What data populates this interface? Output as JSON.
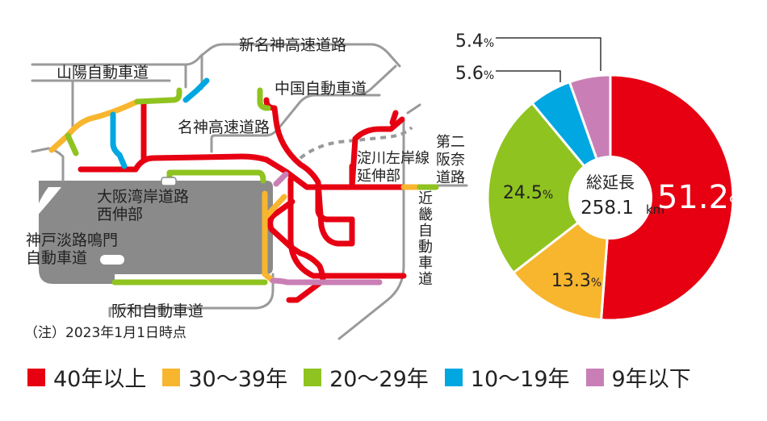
{
  "map": {
    "labels": {
      "shin_meishin": "新名神高速道路",
      "sanyo": "山陽自動車道",
      "chugoku": "中国自動車道",
      "meishin": "名神高速道路",
      "yodogawa": "淀川左岸線延伸部",
      "daini_hanna": "第二阪奈道路",
      "kinki": "近畿自動車道",
      "osaka_bay": "大阪湾岸道路西伸部",
      "kobe_awaji": "神戸淡路鳴門自動車道",
      "hanwa": "阪和自動車道"
    },
    "note": "（注）2023年1月1日時点"
  },
  "chart_data": {
    "type": "pie",
    "center_label": "総延長",
    "center_value": "258.1",
    "center_unit": "km",
    "slices": [
      {
        "label": "40年以上",
        "value": 51.2,
        "display": "51.2",
        "color": "#e60012"
      },
      {
        "label": "30〜39年",
        "value": 13.3,
        "display": "13.3",
        "color": "#f8b52e"
      },
      {
        "label": "20〜29年",
        "value": 24.5,
        "display": "24.5",
        "color": "#8fc31f"
      },
      {
        "label": "10〜19年",
        "value": 5.6,
        "display": "5.6",
        "color": "#00a7e1"
      },
      {
        "label": "9年以下",
        "value": 5.4,
        "display": "5.4",
        "color": "#c97fb5"
      }
    ],
    "unit": "%"
  },
  "legend": [
    {
      "label": "40年以上",
      "color": "#e60012"
    },
    {
      "label": "30〜39年",
      "color": "#f8b52e"
    },
    {
      "label": "20〜29年",
      "color": "#8fc31f"
    },
    {
      "label": "10〜19年",
      "color": "#00a7e1"
    },
    {
      "label": "9年以下",
      "color": "#c97fb5"
    }
  ]
}
